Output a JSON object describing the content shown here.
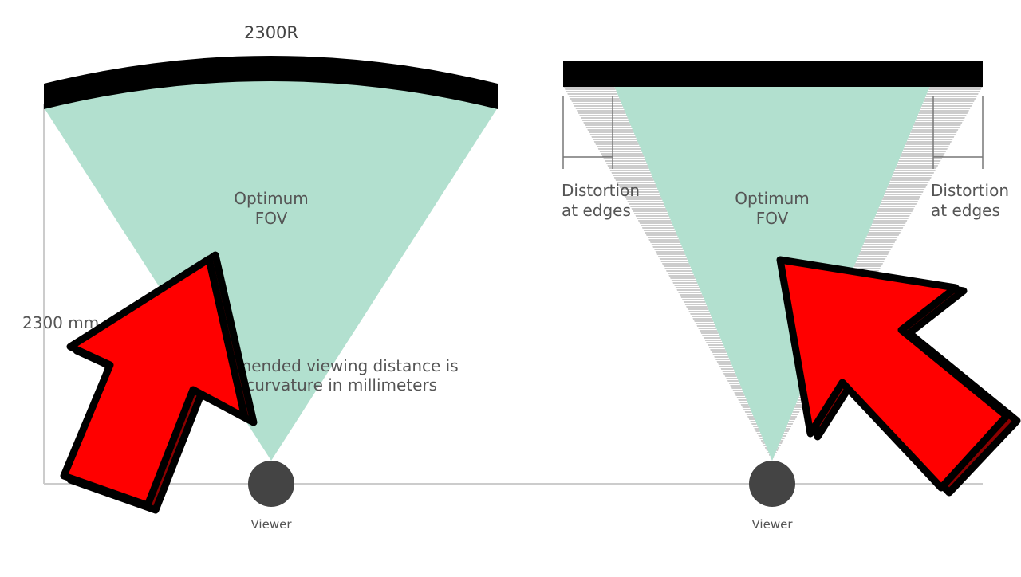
{
  "left_diagram": {
    "curvature_label": "2300R",
    "fov_label_line1": "Optimum",
    "fov_label_line2": "FOV",
    "distance_label": "2300 mm",
    "note_line1": "Maximum recommended viewing distance is",
    "note_line2": "equal to curvature in millimeters",
    "viewer_label": "Viewer"
  },
  "right_diagram": {
    "fov_label_line1": "Optimum",
    "fov_label_line2": "FOV",
    "distortion_left_line1": "Distortion",
    "distortion_left_line2": "at edges",
    "distortion_right_line1": "Distortion",
    "distortion_right_line2": "at edges",
    "viewer_label": "Viewer"
  },
  "colors": {
    "fov_fill": "#b2e0cf",
    "screen": "#000000",
    "viewer": "#444444",
    "arrow": "#ff0000",
    "arrow_shadow": "#8b0000",
    "guide_lines": "#cccccc"
  }
}
